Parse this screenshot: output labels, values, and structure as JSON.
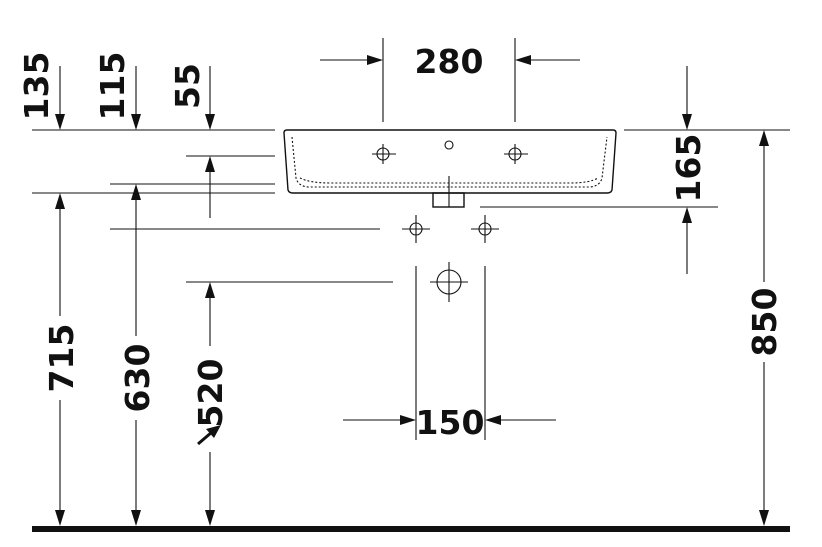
{
  "dimensions": {
    "top_offset_135": "135",
    "top_offset_115": "115",
    "top_offset_55": "55",
    "tap_hole_spacing": "280",
    "basin_depth": "165",
    "rim_height": "850",
    "height_715": "715",
    "height_630": "630",
    "height_520": "520",
    "supply_spacing": "150"
  },
  "colors": {
    "line": "#111111",
    "background": "#ffffff"
  },
  "icons": {
    "section_marker": "diagonal-arrow-icon"
  }
}
